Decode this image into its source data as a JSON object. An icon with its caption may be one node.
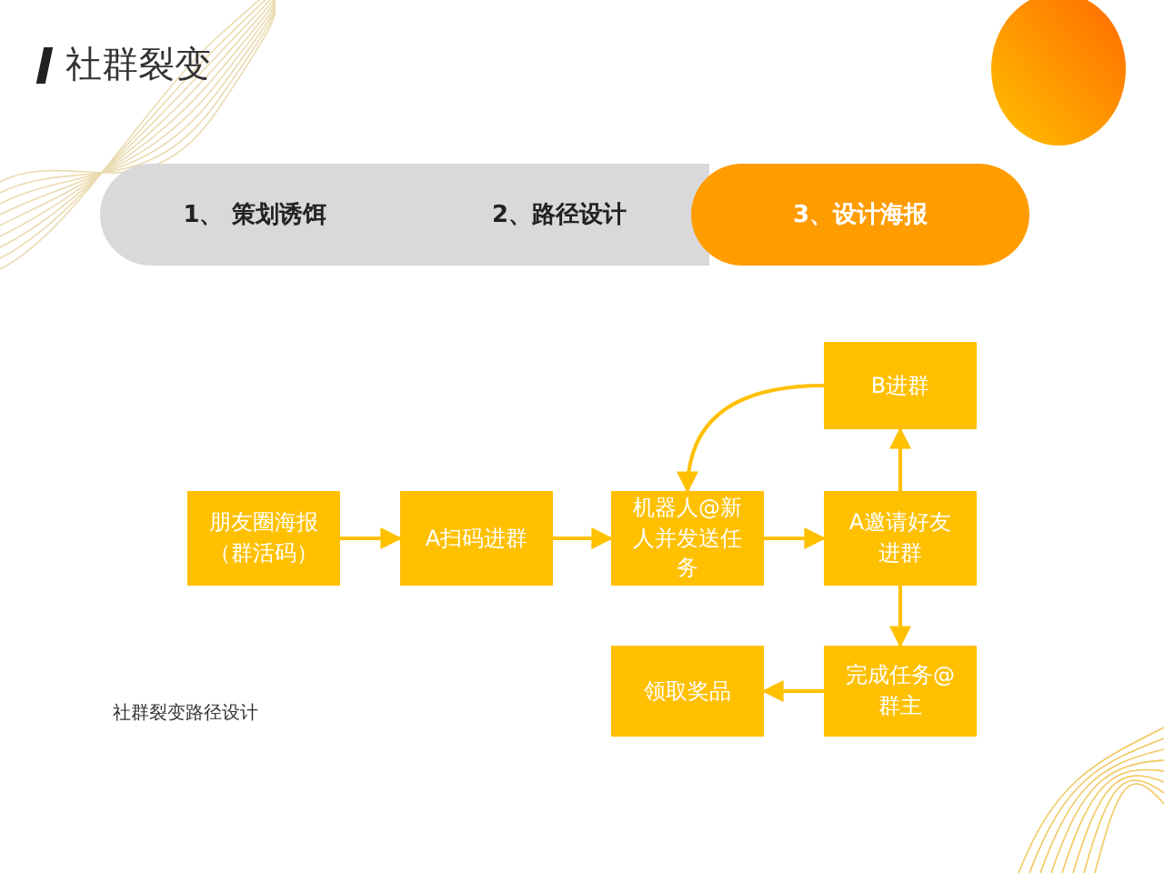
{
  "diagram": {
    "title": "社群裂变",
    "nodes": [
      {
        "text": [
          "1、 策划诱饵"
        ]
      },
      {
        "text": [
          "2、路径设计"
        ]
      },
      {
        "text": [
          "3、设计海报"
        ]
      },
      {
        "text": [
          "朋友圈海报（群活码）"
        ]
      },
      {
        "text": [
          "A扫码进群"
        ]
      },
      {
        "text": [
          "机器人@新人并发送任务"
        ]
      },
      {
        "text": [
          "A邀请好友进群"
        ]
      },
      {
        "text": [
          "B进群"
        ]
      },
      {
        "text": [
          "完成任务@群主"
        ]
      },
      {
        "text": [
          "领取奖品"
        ]
      }
    ],
    "edges": [
      {
        "from": 3,
        "to": 4,
        "arrow": "to"
      },
      {
        "from": 4,
        "to": 5,
        "arrow": "to"
      },
      {
        "from": 5,
        "to": 6,
        "arrow": "to"
      },
      {
        "from": 6,
        "to": 7,
        "arrow": "to"
      },
      {
        "from": 7,
        "to": 5,
        "arrow": "to"
      },
      {
        "from": 6,
        "to": 8,
        "arrow": "to"
      },
      {
        "from": 8,
        "to": 9,
        "arrow": "to"
      }
    ],
    "labels": [
      "社群裂变路径设计"
    ]
  }
}
